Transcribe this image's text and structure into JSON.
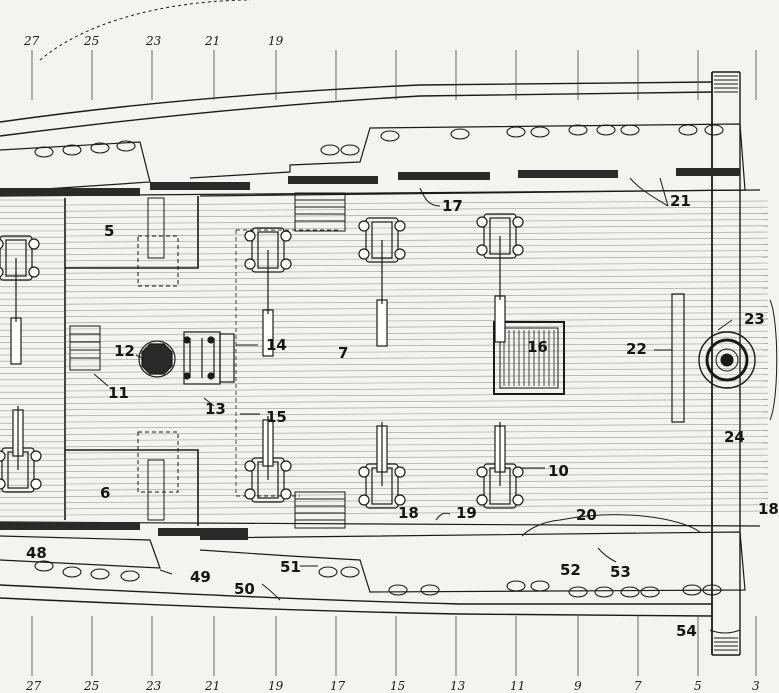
{
  "top_stations": [
    "27",
    "25",
    "23",
    "21",
    "19"
  ],
  "bottom_stations": [
    "27",
    "25",
    "23",
    "21",
    "19",
    "17",
    "15",
    "13",
    "11",
    "9",
    "7",
    "5",
    "3"
  ],
  "labels": {
    "l5": "5",
    "l6": "6",
    "l7": "7",
    "l10": "10",
    "l11": "11",
    "l12": "12",
    "l13": "13",
    "l14": "14",
    "l15": "15",
    "l16": "16",
    "l17": "17",
    "l18a": "18",
    "l18b": "18",
    "l19": "19",
    "l20": "20",
    "l21": "21",
    "l22": "22",
    "l23": "23",
    "l24": "24",
    "l48": "48",
    "l49": "49",
    "l50": "50",
    "l51": "51",
    "l52": "52",
    "l53": "53",
    "l54": "54"
  },
  "colors": {
    "ink": "#151515",
    "paper": "#f3f3f1",
    "dark": "#2a2a2a"
  }
}
